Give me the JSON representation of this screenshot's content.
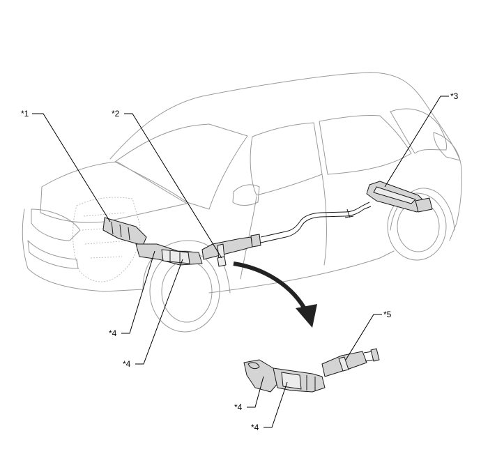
{
  "callouts": {
    "c1": "*1",
    "c2": "*2",
    "c3": "*3",
    "c4a": "*4",
    "c4b": "*4",
    "c5": "*5",
    "c4c": "*4",
    "c4d": "*4"
  },
  "colors": {
    "outline": "#9a9a9a",
    "part_stroke": "#1a1a1a",
    "part_fill": "#d4d4d4",
    "arrow_fill": "#222222"
  }
}
